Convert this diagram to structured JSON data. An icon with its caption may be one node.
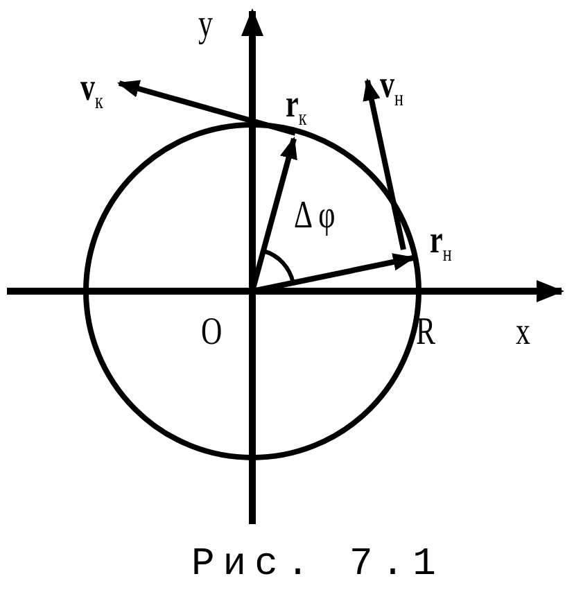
{
  "diagram": {
    "caption": "Рис. 7.1",
    "labels": [
      "y",
      "v$_{к}$",
      "r$_{к}$",
      "v$_{н}$",
      "Δ φ",
      "r$_{н}$",
      "O",
      "R",
      "x"
    ]
  }
}
